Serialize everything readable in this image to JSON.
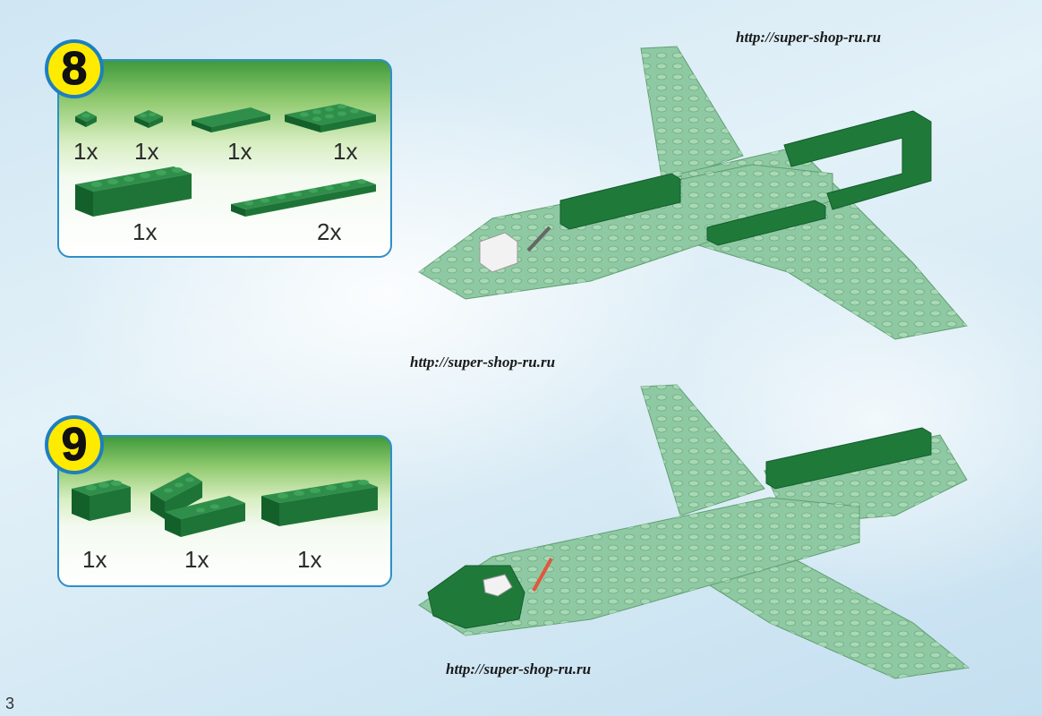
{
  "watermark": {
    "top": "http://super-shop-ru.ru",
    "middle": "http://super-shop-ru.ru",
    "bottom": "http://super-shop-ru.ru"
  },
  "step8": {
    "number": "8",
    "parts": [
      {
        "name": "1x1 plate",
        "qty": "1x"
      },
      {
        "name": "1x2 plate",
        "qty": "1x"
      },
      {
        "name": "1x4 tile",
        "qty": "1x"
      },
      {
        "name": "2x4 plate",
        "qty": "1x"
      },
      {
        "name": "1x6 brick",
        "qty": "1x"
      },
      {
        "name": "1x8 plate",
        "qty": "2x"
      }
    ]
  },
  "step9": {
    "number": "9",
    "parts": [
      {
        "name": "1x3 brick",
        "qty": "1x"
      },
      {
        "name": "wedge pair",
        "qty": "1x"
      },
      {
        "name": "1x6 brick",
        "qty": "1x"
      }
    ]
  },
  "page_number": "3",
  "colors": {
    "dark_green": "#1f7a3a",
    "light_green": "#8fc9a3",
    "badge_yellow": "#ffeb00",
    "border_blue": "#2e8fc9"
  }
}
